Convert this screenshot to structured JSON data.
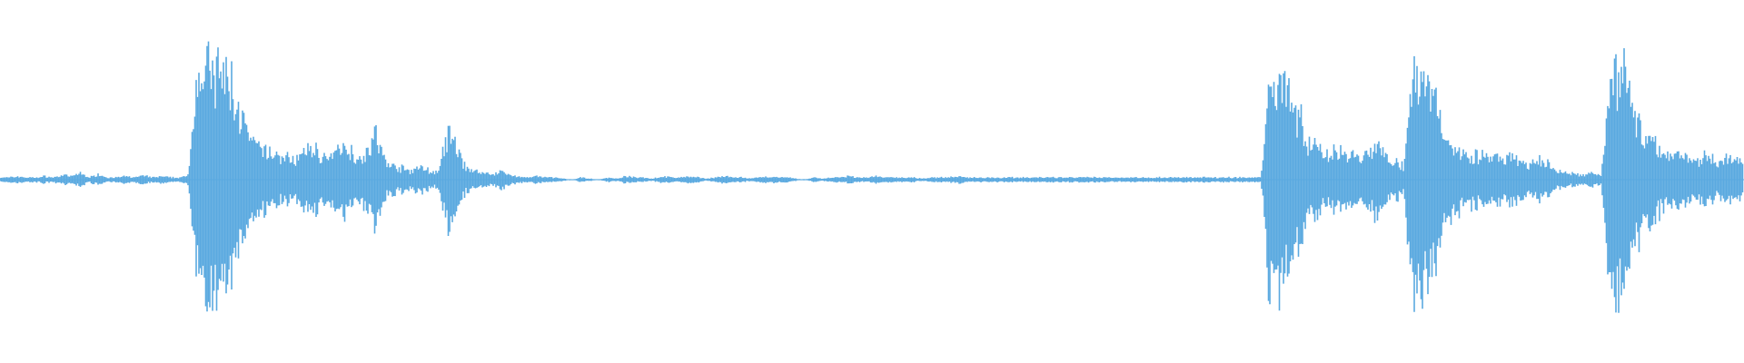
{
  "waveform": {
    "color": "#5aa9e0",
    "background": "#ffffff",
    "amplitude_envelope": [
      0.02,
      0.02,
      0.03,
      0.02,
      0.02,
      0.03,
      0.02,
      0.04,
      0.03,
      0.06,
      0.02,
      0.05,
      0.02,
      0.02,
      0.03,
      0.02,
      0.04,
      0.02,
      0.03,
      0.02,
      0.02,
      0.03,
      0.95,
      0.98,
      0.96,
      0.92,
      0.88,
      0.55,
      0.35,
      0.28,
      0.25,
      0.22,
      0.2,
      0.18,
      0.24,
      0.3,
      0.22,
      0.18,
      0.32,
      0.28,
      0.2,
      0.26,
      0.4,
      0.18,
      0.12,
      0.1,
      0.08,
      0.12,
      0.08,
      0.06,
      0.4,
      0.3,
      0.12,
      0.08,
      0.06,
      0.05,
      0.08,
      0.04,
      0.03,
      0.02,
      0.03,
      0.02,
      0.02,
      0.01,
      0.0,
      0.02,
      0.01,
      0.0,
      0.02,
      0.01,
      0.03,
      0.02,
      0.02,
      0.01,
      0.03,
      0.02,
      0.02,
      0.03,
      0.02,
      0.01,
      0.02,
      0.03,
      0.02,
      0.02,
      0.01,
      0.02,
      0.03,
      0.02,
      0.02,
      0.01,
      0.0,
      0.02,
      0.01,
      0.02,
      0.02,
      0.03,
      0.02,
      0.02,
      0.03,
      0.02,
      0.02,
      0.02,
      0.02,
      0.01,
      0.02,
      0.02,
      0.02,
      0.03,
      0.02,
      0.02,
      0.02,
      0.02,
      0.02,
      0.02,
      0.02,
      0.02,
      0.02,
      0.02,
      0.02,
      0.02,
      0.02,
      0.02,
      0.02,
      0.02,
      0.02,
      0.02,
      0.02,
      0.02,
      0.02,
      0.02,
      0.02,
      0.02,
      0.02,
      0.02,
      0.02,
      0.02,
      0.02,
      0.02,
      0.02,
      0.02,
      0.02,
      0.02,
      0.98,
      0.95,
      0.9,
      0.6,
      0.38,
      0.3,
      0.26,
      0.24,
      0.28,
      0.22,
      0.2,
      0.25,
      0.3,
      0.22,
      0.18,
      0.12,
      0.95,
      0.92,
      0.9,
      0.55,
      0.35,
      0.28,
      0.24,
      0.22,
      0.2,
      0.18,
      0.2,
      0.22,
      0.16,
      0.12,
      0.18,
      0.14,
      0.08,
      0.06,
      0.05,
      0.04,
      0.06,
      0.04,
      0.97,
      0.95,
      0.9,
      0.55,
      0.4,
      0.3,
      0.26,
      0.22,
      0.24,
      0.2,
      0.18,
      0.22,
      0.16,
      0.18,
      0.2,
      0.14
    ]
  }
}
